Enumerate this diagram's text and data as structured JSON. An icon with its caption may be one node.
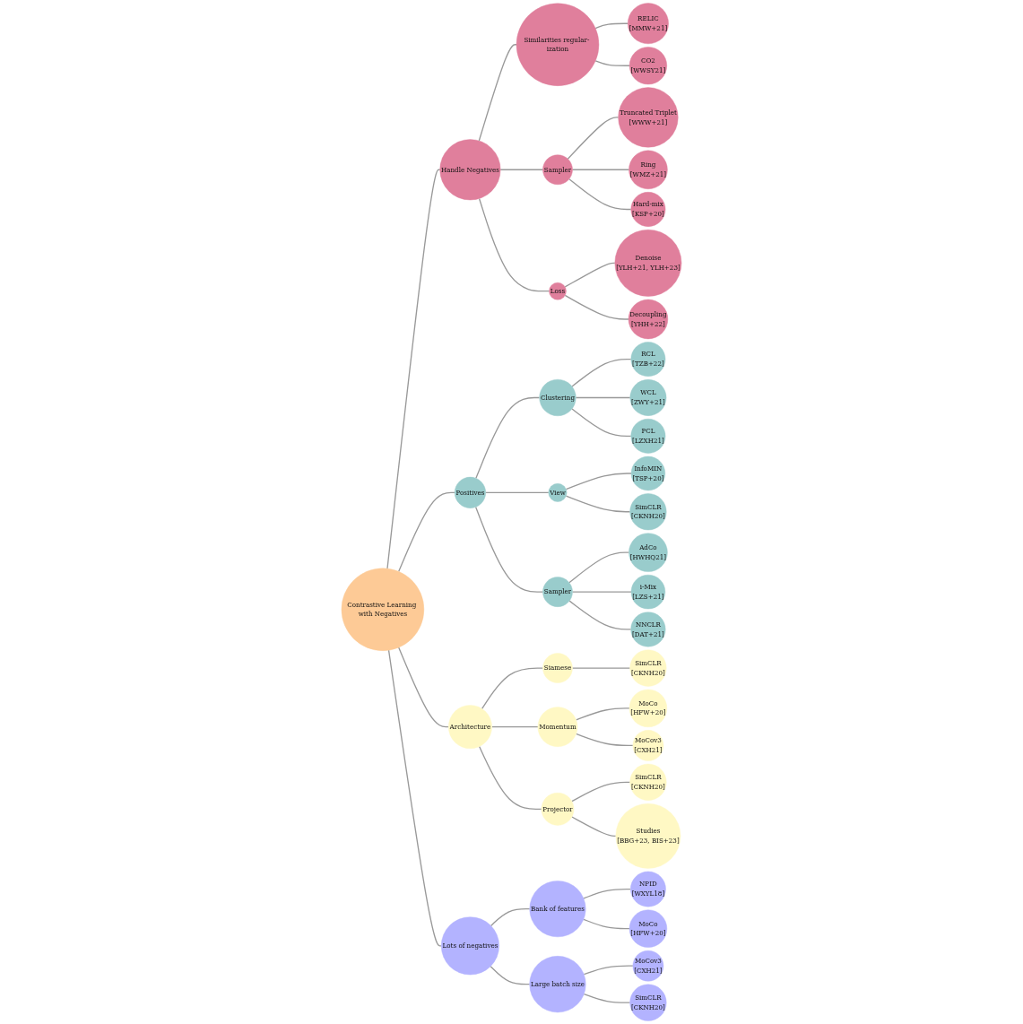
{
  "diagram": {
    "nodes": [
      {
        "text": [
          "Contrastive Learning with Negatives"
        ]
      },
      {
        "text": [
          "Handle Negatives"
        ]
      },
      {
        "text": [
          "Similarities regular- ization"
        ]
      },
      {
        "text": [
          "RELIC",
          "[MMW+21]"
        ]
      },
      {
        "text": [
          "CO2",
          "[WWSY21]"
        ]
      },
      {
        "text": [
          "Sampler"
        ]
      },
      {
        "text": [
          "Truncated Triplet",
          "[WWW+21]"
        ]
      },
      {
        "text": [
          "Ring",
          "[WMZ+21]"
        ]
      },
      {
        "text": [
          "Hard-mix",
          "[KSP+20]"
        ]
      },
      {
        "text": [
          "Loss"
        ]
      },
      {
        "text": [
          "Denoise",
          "[YLH+21, YLH+23]"
        ]
      },
      {
        "text": [
          "Decoupling",
          "[YHH+22]"
        ]
      },
      {
        "text": [
          "Positives"
        ]
      },
      {
        "text": [
          "Clustering"
        ]
      },
      {
        "text": [
          "RCL",
          "[TZB+22]"
        ]
      },
      {
        "text": [
          "WCL",
          "[ZWY+21]"
        ]
      },
      {
        "text": [
          "PCL",
          "[LZXH21]"
        ]
      },
      {
        "text": [
          "View"
        ]
      },
      {
        "text": [
          "InfoMIN",
          "[TSP+20]"
        ]
      },
      {
        "text": [
          "SimCLR",
          "[CKNH20]"
        ]
      },
      {
        "text": [
          "Sampler"
        ]
      },
      {
        "text": [
          "AdCo",
          "[HWHQ21]"
        ]
      },
      {
        "text": [
          "i-Mix",
          "[LZS+21]"
        ]
      },
      {
        "text": [
          "NNCLR",
          "[DAT+21]"
        ]
      },
      {
        "text": [
          "Architecture"
        ]
      },
      {
        "text": [
          "Siamese"
        ]
      },
      {
        "text": [
          "SimCLR",
          "[CKNH20]"
        ]
      },
      {
        "text": [
          "Momentum"
        ]
      },
      {
        "text": [
          "MoCo",
          "[HFW+20]"
        ]
      },
      {
        "text": [
          "MoCov3",
          "[CXH21]"
        ]
      },
      {
        "text": [
          "Projector"
        ]
      },
      {
        "text": [
          "SimCLR",
          "[CKNH20]"
        ]
      },
      {
        "text": [
          "Studies",
          "[BBG+23, BIS+23]"
        ]
      },
      {
        "text": [
          "Lots of negatives"
        ]
      },
      {
        "text": [
          "Bank of features"
        ]
      },
      {
        "text": [
          "NPID",
          "[WXYL18]"
        ]
      },
      {
        "text": [
          "MoCo",
          "[HFW+20]"
        ]
      },
      {
        "text": [
          "Large batch size"
        ]
      },
      {
        "text": [
          "MoCov3",
          "[CXH21]"
        ]
      },
      {
        "text": [
          "SimCLR",
          "[CKNH20]"
        ]
      }
    ],
    "edges": [
      {
        "from": 0,
        "to": 1,
        "arrow": "none"
      },
      {
        "from": 1,
        "to": 2,
        "arrow": "none"
      },
      {
        "from": 2,
        "to": 3,
        "arrow": "none"
      },
      {
        "from": 2,
        "to": 4,
        "arrow": "none"
      },
      {
        "from": 1,
        "to": 5,
        "arrow": "none"
      },
      {
        "from": 5,
        "to": 6,
        "arrow": "none"
      },
      {
        "from": 5,
        "to": 7,
        "arrow": "none"
      },
      {
        "from": 5,
        "to": 8,
        "arrow": "none"
      },
      {
        "from": 1,
        "to": 9,
        "arrow": "none"
      },
      {
        "from": 9,
        "to": 10,
        "arrow": "none"
      },
      {
        "from": 9,
        "to": 11,
        "arrow": "none"
      },
      {
        "from": 0,
        "to": 12,
        "arrow": "none"
      },
      {
        "from": 12,
        "to": 13,
        "arrow": "none"
      },
      {
        "from": 13,
        "to": 14,
        "arrow": "none"
      },
      {
        "from": 13,
        "to": 15,
        "arrow": "none"
      },
      {
        "from": 13,
        "to": 16,
        "arrow": "none"
      },
      {
        "from": 12,
        "to": 17,
        "arrow": "none"
      },
      {
        "from": 17,
        "to": 18,
        "arrow": "none"
      },
      {
        "from": 17,
        "to": 19,
        "arrow": "none"
      },
      {
        "from": 12,
        "to": 20,
        "arrow": "none"
      },
      {
        "from": 20,
        "to": 21,
        "arrow": "none"
      },
      {
        "from": 20,
        "to": 22,
        "arrow": "none"
      },
      {
        "from": 20,
        "to": 23,
        "arrow": "none"
      },
      {
        "from": 0,
        "to": 24,
        "arrow": "none"
      },
      {
        "from": 24,
        "to": 25,
        "arrow": "none"
      },
      {
        "from": 25,
        "to": 26,
        "arrow": "none"
      },
      {
        "from": 24,
        "to": 27,
        "arrow": "none"
      },
      {
        "from": 27,
        "to": 28,
        "arrow": "none"
      },
      {
        "from": 27,
        "to": 29,
        "arrow": "none"
      },
      {
        "from": 24,
        "to": 30,
        "arrow": "none"
      },
      {
        "from": 30,
        "to": 31,
        "arrow": "none"
      },
      {
        "from": 30,
        "to": 32,
        "arrow": "none"
      },
      {
        "from": 0,
        "to": 33,
        "arrow": "none"
      },
      {
        "from": 33,
        "to": 34,
        "arrow": "none"
      },
      {
        "from": 34,
        "to": 35,
        "arrow": "none"
      },
      {
        "from": 34,
        "to": 36,
        "arrow": "none"
      },
      {
        "from": 33,
        "to": 37,
        "arrow": "none"
      },
      {
        "from": 37,
        "to": 38,
        "arrow": "none"
      },
      {
        "from": 37,
        "to": 39,
        "arrow": "none"
      }
    ]
  }
}
